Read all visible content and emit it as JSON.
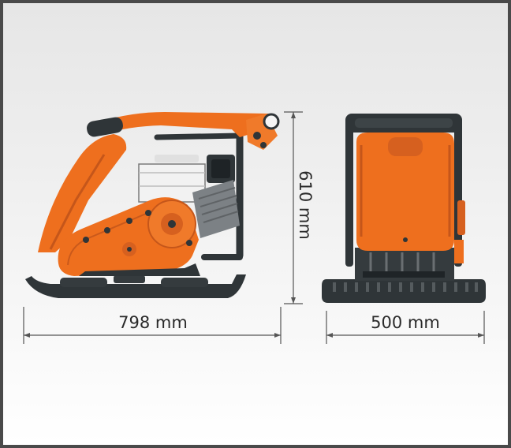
{
  "dimensions": {
    "length_label": "798 mm",
    "height_label": "610 mm",
    "width_label": "500 mm"
  },
  "colors": {
    "machine_orange": "#ee6f1e",
    "machine_dark": "#2f3538",
    "engine_white": "#f2f2f2",
    "frame_border": "#4a4a4a",
    "dimension_line": "#555555"
  }
}
